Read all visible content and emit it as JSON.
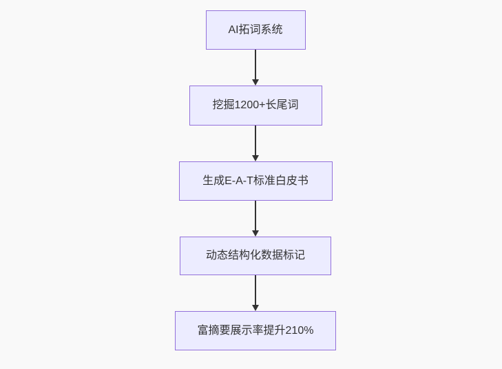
{
  "diagram": {
    "type": "flowchart",
    "direction": "top-down",
    "nodes": [
      {
        "id": "n1",
        "label": "AI拓词系统"
      },
      {
        "id": "n2",
        "label": "挖掘1200+长尾词"
      },
      {
        "id": "n3",
        "label": "生成E-A-T标准白皮书"
      },
      {
        "id": "n4",
        "label": "动态结构化数据标记"
      },
      {
        "id": "n5",
        "label": "富摘要展示率提升210%"
      }
    ],
    "edges": [
      {
        "from": "n1",
        "to": "n2",
        "arrow": "down"
      },
      {
        "from": "n2",
        "to": "n3",
        "arrow": "down"
      },
      {
        "from": "n3",
        "to": "n4",
        "arrow": "down"
      },
      {
        "from": "n4",
        "to": "n5",
        "arrow": "down"
      }
    ],
    "colors": {
      "background": "#f9f9f9",
      "node_fill": "#ECECFF",
      "node_border": "#9370DB",
      "arrow": "#333333",
      "text": "#333333"
    }
  }
}
